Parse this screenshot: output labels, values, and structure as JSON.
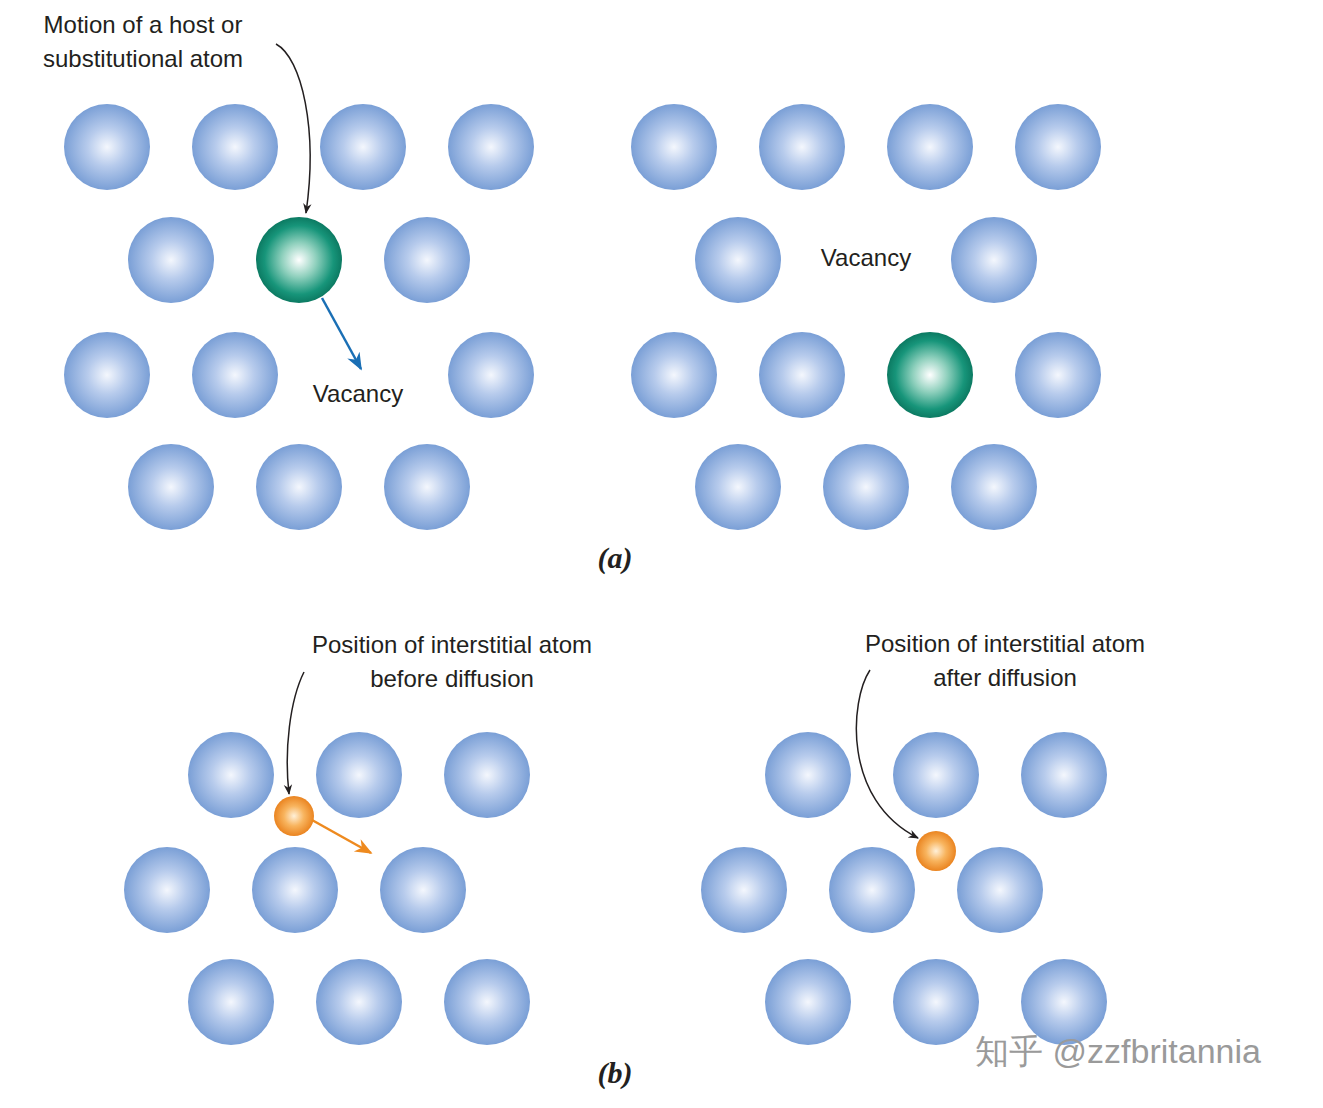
{
  "diagram": {
    "labels": [
      "Motion of a host or substitutional atom",
      "Vacancy",
      "Vacancy",
      "(a)",
      "Position of interstitial atom before diffusion",
      "Position of interstitial atom after diffusion",
      "(b)",
      "知乎 @zzfbritannia"
    ]
  }
}
